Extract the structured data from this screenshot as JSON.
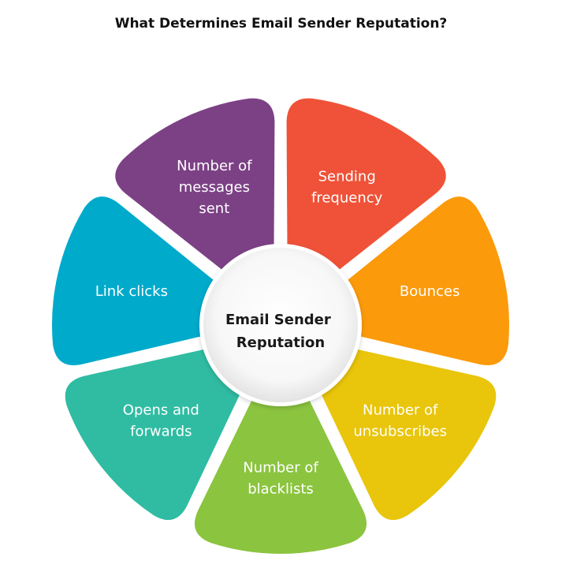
{
  "title": "What Determines Email Sender Reputation?",
  "center": {
    "lines": [
      "Email Sender",
      "Reputation"
    ]
  },
  "segments": [
    {
      "lines": [
        "Sending",
        "frequency"
      ],
      "color": "#ef5238"
    },
    {
      "lines": [
        "Bounces"
      ],
      "color": "#fb9a0b"
    },
    {
      "lines": [
        "Number of",
        "unsubscribes"
      ],
      "color": "#e9c50b"
    },
    {
      "lines": [
        "Number of",
        "blacklists"
      ],
      "color": "#8bc43f"
    },
    {
      "lines": [
        "Opens and",
        "forwards"
      ],
      "color": "#2fbca2"
    },
    {
      "lines": [
        "Link clicks"
      ],
      "color": "#00aacb"
    },
    {
      "lines": [
        "Number of",
        "messages",
        "sent"
      ],
      "color": "#7c4185"
    }
  ]
}
